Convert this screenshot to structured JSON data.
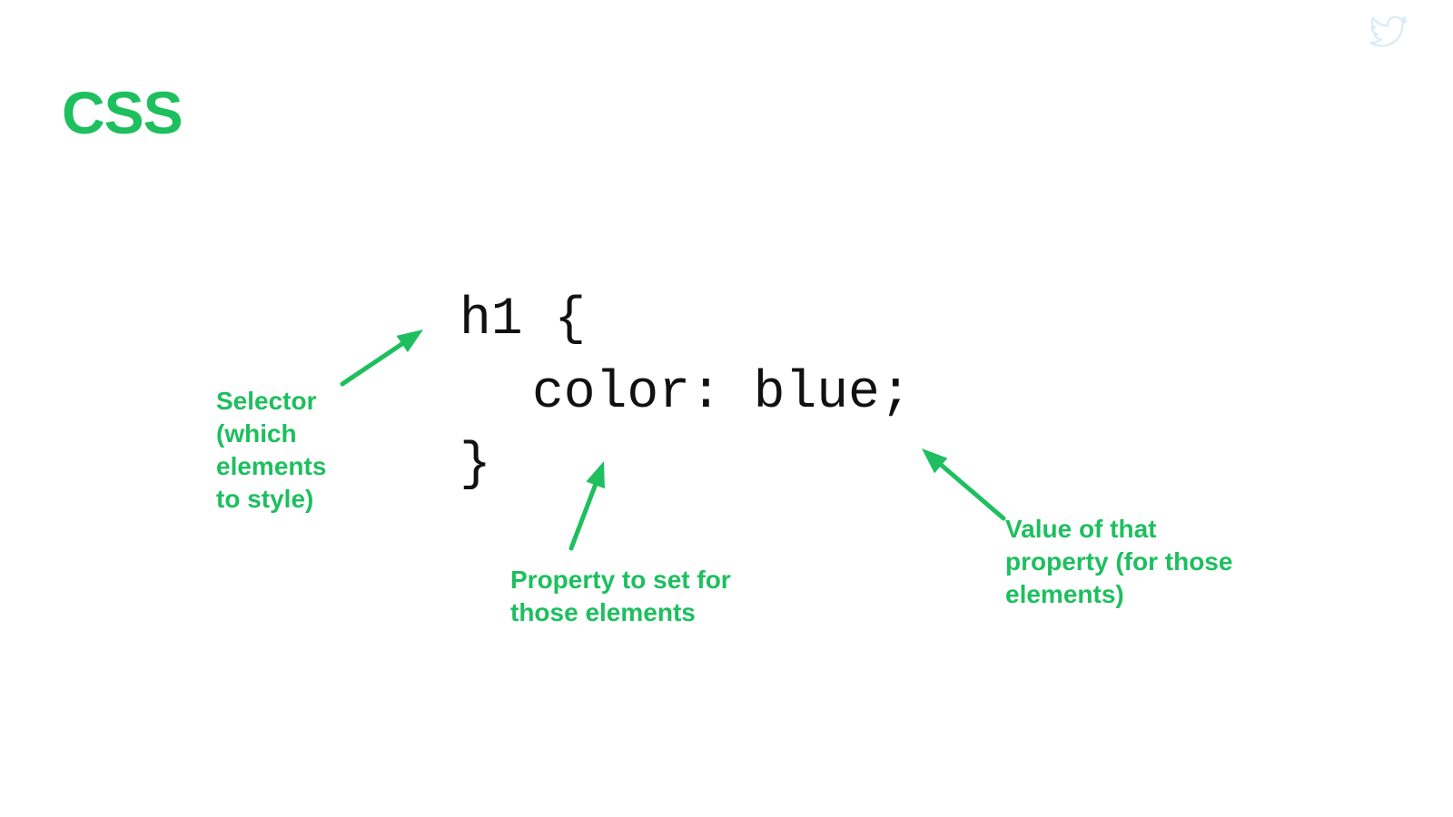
{
  "slide": {
    "title": "CSS",
    "code": {
      "line1": "h1 {",
      "line2": "color: blue;",
      "line3": "}"
    },
    "annotations": {
      "selector": [
        "Selector",
        "(which",
        "elements",
        "to style)"
      ],
      "property": [
        "Property to set for",
        "those elements"
      ],
      "value": [
        "Value of that",
        "property (for those",
        "elements)"
      ]
    },
    "icons": {
      "corner": "twitter-bird-icon"
    },
    "colors": {
      "accent": "#1dbf5e",
      "code": "#111111",
      "background": "#ffffff",
      "icon": "#d6ecf7"
    }
  }
}
